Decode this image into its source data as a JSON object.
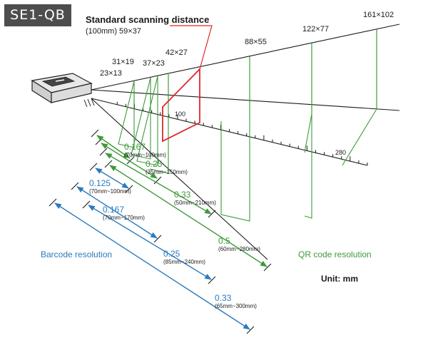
{
  "product": {
    "model": "SE1-QB"
  },
  "standard_distance": {
    "title": "Standard scanning distance",
    "detail": "(100mm) 59×37"
  },
  "fov_sizes": [
    "23×13",
    "31×19",
    "37×23",
    "42×27",
    "88×55",
    "122×77",
    "161×102"
  ],
  "axis_labels": [
    "100",
    "280"
  ],
  "qr": {
    "section_label": "QR code resolution",
    "rows": [
      {
        "value": "0.167",
        "range": "(70mm~100mm)"
      },
      {
        "value": "0.25",
        "range": "(35mm~150mm)"
      },
      {
        "value": "0.33",
        "range": "(50mm~210mm)"
      },
      {
        "value": "0.5",
        "range": "(60mm~280mm)"
      }
    ]
  },
  "barcode": {
    "section_label": "Barcode resolution",
    "rows": [
      {
        "value": "0.125",
        "range": "(70mm~100mm)"
      },
      {
        "value": "0.167",
        "range": "(70mm~170mm)"
      },
      {
        "value": "0.25",
        "range": "(85mm~240mm)"
      },
      {
        "value": "0.33",
        "range": "(65mm~300mm)"
      }
    ]
  },
  "unit_label": "Unit: mm",
  "colors": {
    "green": "#3d9a3a",
    "blue": "#2a7bbf",
    "red": "#e0262a",
    "black": "#1a1a1a",
    "badge": "#4d4d4d"
  }
}
